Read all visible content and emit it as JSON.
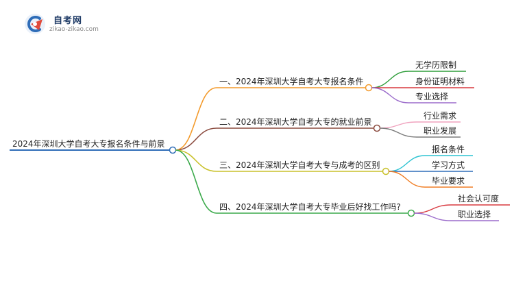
{
  "brand": {
    "name": "自考网",
    "url": "zikao-zikao.com"
  },
  "mindmap": {
    "root": "2024年深圳大学自考大专报名条件与前景",
    "branches": [
      {
        "label": "一、2024年深圳大学自考大专报名条件",
        "color": "#f39a2b",
        "children": [
          {
            "label": "无学历限制",
            "color": "#2e9d3a"
          },
          {
            "label": "身份证明材料",
            "color": "#d8383f"
          },
          {
            "label": "专业选择",
            "color": "#9b6ccb"
          }
        ]
      },
      {
        "label": "二、2024年深圳大学自考大专的就业前景",
        "color": "#8b4b3f",
        "children": [
          {
            "label": "行业需求",
            "color": "#f0a2be"
          },
          {
            "label": "职业发展",
            "color": "#7b7b7b"
          }
        ]
      },
      {
        "label": "三、2024年深圳大学自考大专与成考的区别",
        "color": "#c9c12a",
        "children": [
          {
            "label": "报名条件",
            "color": "#2cc3d2"
          },
          {
            "label": "学习方式",
            "color": "#2f6db8"
          },
          {
            "label": "毕业要求",
            "color": "#f07d23"
          }
        ]
      },
      {
        "label": "四、2024年深圳大学自考大专毕业后好找工作吗?",
        "color": "#3aa94a",
        "children": [
          {
            "label": "社会认可度",
            "color": "#d8383f"
          },
          {
            "label": "职业选择",
            "color": "#9b6ccb"
          }
        ]
      }
    ],
    "root_color": "#2f6db8"
  }
}
